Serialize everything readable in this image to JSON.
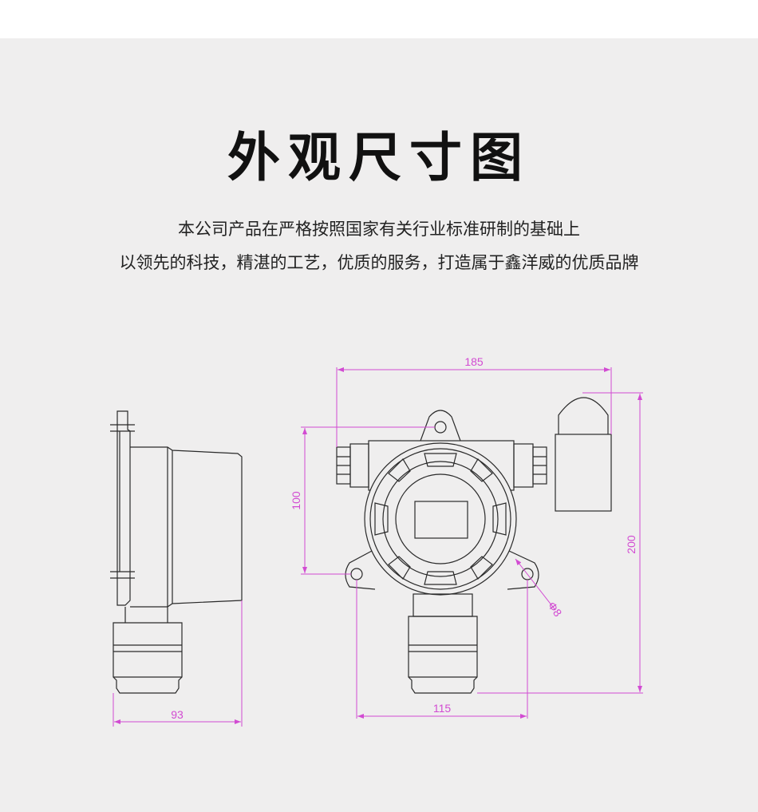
{
  "heading": {
    "title": "外观尺寸图",
    "line1": "本公司产品在严格按照国家有关行业标准研制的基础上",
    "line2": "以领先的科技，精湛的工艺，优质的服务，打造属于鑫洋威的优质品牌"
  },
  "drawing": {
    "dimensions": {
      "side_width": "93",
      "front_width": "185",
      "front_height": "100",
      "total_height": "200",
      "hole_spacing": "115",
      "hole_diameter": "Φ8"
    },
    "colors": {
      "outline": "#2a2a2a",
      "dimension": "#d24bd2",
      "background": "#efeeee"
    }
  }
}
